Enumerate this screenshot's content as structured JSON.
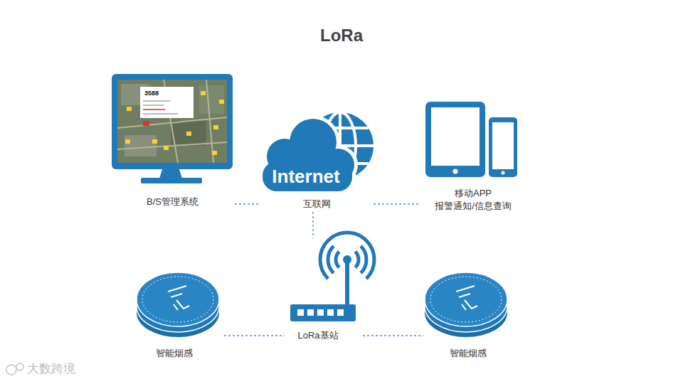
{
  "diagram": {
    "title": "LoRa",
    "nodes": [
      {
        "text": [
          "B/S管理系统"
        ]
      },
      {
        "text": [
          "Internet",
          "互联网"
        ]
      },
      {
        "text": [
          "移动APP",
          "报警通知/信息查询"
        ]
      },
      {
        "text": [
          "智能烟感"
        ]
      },
      {
        "text": [
          "LoRa基站"
        ]
      },
      {
        "text": [
          "智能烟感"
        ]
      }
    ],
    "edges": [
      {
        "from": 0,
        "to": 1,
        "arrow": "none"
      },
      {
        "from": 1,
        "to": 2,
        "arrow": "none"
      },
      {
        "from": 1,
        "to": 4,
        "arrow": "none"
      },
      {
        "from": 3,
        "to": 4,
        "arrow": "none"
      },
      {
        "from": 4,
        "to": 5,
        "arrow": "none"
      }
    ],
    "labels": [
      "3588",
      "大数跨境"
    ]
  }
}
